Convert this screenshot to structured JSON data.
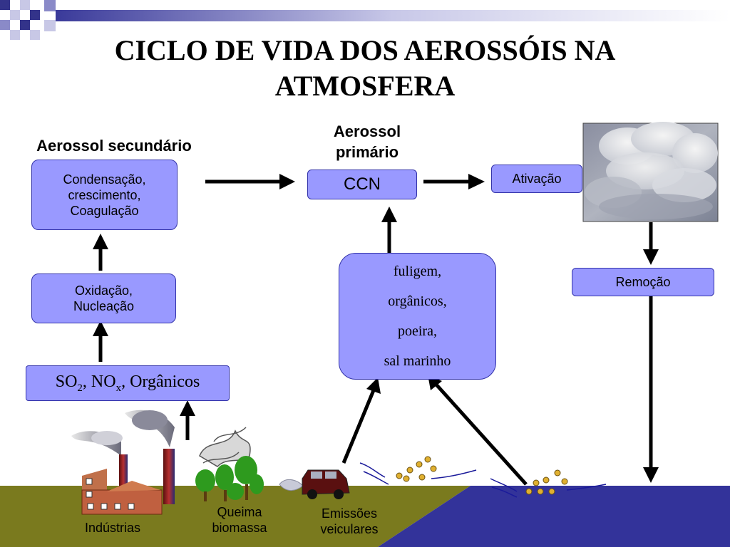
{
  "title_line1": "CICLO DE VIDA DOS AEROSSÓIS NA",
  "title_line2": "ATMOSFERA",
  "heading_secondary": "Aerossol secundário",
  "heading_primary_line1": "Aerossol",
  "heading_primary_line2": "primário",
  "box_condensacao": [
    "Condensação,",
    "crescimento,",
    "Coagulação"
  ],
  "box_oxidacao": [
    "Oxidação,",
    "Nucleação"
  ],
  "box_so2": {
    "so": "SO",
    "so_sub": "2",
    "no": ", NO",
    "no_sub": "x",
    "rest": ", Orgânicos"
  },
  "box_ccn": "CCN",
  "box_ativacao": "Ativação",
  "box_remocao": "Remoção",
  "box_primario_items": [
    "fuligem,",
    "orgânicos,",
    "poeira,",
    "sal marinho"
  ],
  "label_industrias": "Indústrias",
  "label_queima": [
    "Queima",
    "biomassa"
  ],
  "label_emissoes": [
    "Emissões",
    "veiculares"
  ],
  "colors": {
    "box_fill": "#9999ff",
    "ground": "#7a7a1e",
    "sea": "#33339a",
    "corner_squares": "#33338a"
  }
}
